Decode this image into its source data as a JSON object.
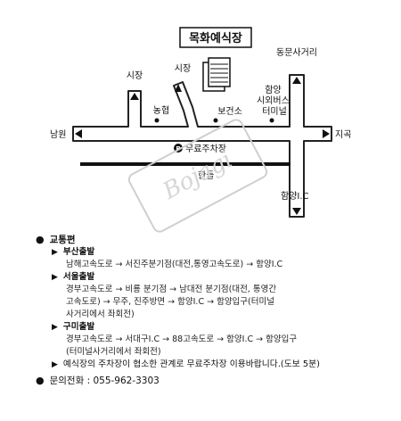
{
  "map": {
    "venue": "목화예식장",
    "labels": {
      "market_left": "시장",
      "market_mid": "시장",
      "dongmun": "동문사거리",
      "nonghyup": "농협",
      "health_center": "보건소",
      "terminal": "함양\n시외버스\n터미널",
      "namwon": "남원",
      "jigok": "지곡",
      "parking": "무료주차장",
      "parking_icon": "P",
      "handeul": "한들",
      "hamyang_ic": "함양I.C"
    },
    "watermark": "Bojagi"
  },
  "info": {
    "transport_title": "교통편",
    "busan_title": "부산출발",
    "busan_text": "남해고속도로 → 서진주분기점(대전,통영고속도로) → 함양I.C",
    "seoul_title": "서울출발",
    "seoul_text_1": "경부고속도로 → 비룡 분기점 → 남대전 분기점(대전, 통영간",
    "seoul_text_2": "고속도로) → 무주, 진주방면 → 함양I.C → 함양입구(터미널",
    "seoul_text_3": "사거리에서 좌회전)",
    "gumi_title": "구미출발",
    "gumi_text_1": "경부고속도로 → 서대구I.C → 88고속도로 → 함양I.C → 함양입구",
    "gumi_text_2": "(터미널사거리에서 좌회전)",
    "parking_note": "예식장의 주차장이 협소한 관계로 무료주차장 이용바랍니다.(도보 5분)",
    "contact": "문의전화 : 055-962-3303"
  },
  "colors": {
    "ink": "#111111",
    "road_outline": "#222222",
    "watermark": "#d0d0d0"
  }
}
